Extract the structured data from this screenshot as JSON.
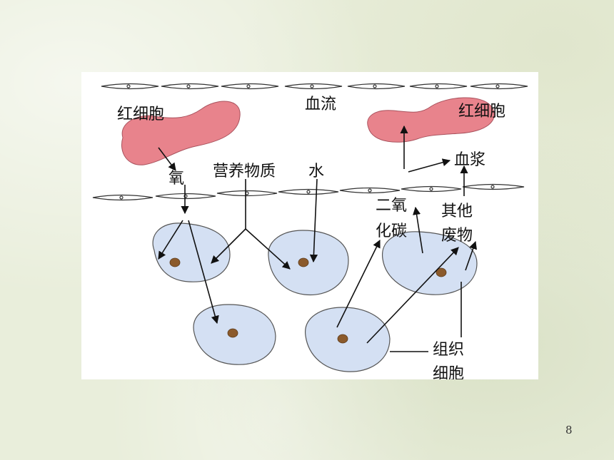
{
  "labels": {
    "rbc_left": "红细胞",
    "blood_flow": "血流",
    "rbc_right": "红细胞",
    "plasma": "血浆",
    "oxygen": "氧",
    "nutrients": "营养物质",
    "water": "水",
    "co2_line1": "二氧",
    "co2_line2": "化碳",
    "waste_line1": "其他",
    "waste_line2": "废物",
    "tissue_line1": "组织",
    "tissue_line2": "细胞"
  },
  "page_number": "8",
  "colors": {
    "red_blood_cell": "#e8838c",
    "tissue_cell": "#d4e0f3",
    "nucleus": "#8b5a2b",
    "capillary_wall": "#ffffff"
  }
}
